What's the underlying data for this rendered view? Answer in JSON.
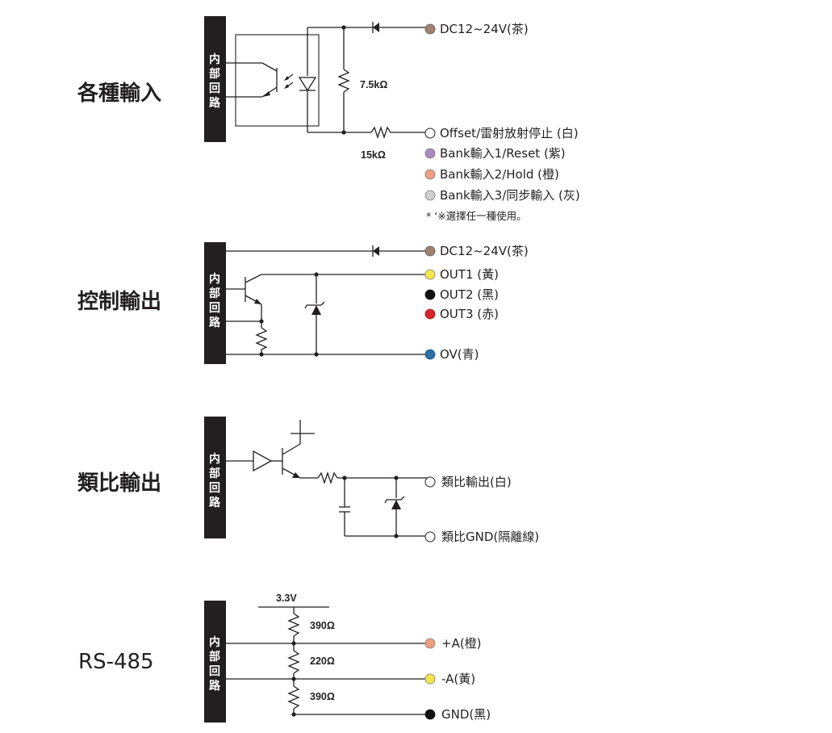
{
  "sections": {
    "input": {
      "title": "各種輸入",
      "internal": [
        "内",
        "部",
        "回",
        "路"
      ],
      "r1": "7.5kΩ",
      "r2": "15kΩ",
      "wires": [
        {
          "label": "DC12~24V(茶)",
          "color": "#a08070"
        },
        {
          "label": "Offset/雷射放射停止 (白)",
          "color": "#ffffff"
        },
        {
          "label": "Bank輸入1/Reset (紫)",
          "color": "#a98bbd"
        },
        {
          "label": "Bank輸入2/Hold (橙)",
          "color": "#ee9f80"
        },
        {
          "label": "Bank輸入3/同步輸入 (灰)",
          "color": "#cfcfcf"
        }
      ],
      "note": "* ‘※選擇任一種使用。"
    },
    "output": {
      "title": "控制輸出",
      "internal": [
        "内",
        "部",
        "回",
        "路"
      ],
      "wires": [
        {
          "label": "DC12~24V(茶)",
          "color": "#a08070"
        },
        {
          "label": "OUT1 (黃)",
          "color": "#f4e64d"
        },
        {
          "label": "OUT2 (黑)",
          "color": "#111111"
        },
        {
          "label": "OUT3 (赤)",
          "color": "#d7262b"
        },
        {
          "label": "OV(青)",
          "color": "#2f6ea7"
        }
      ]
    },
    "analog": {
      "title": "類比輸出",
      "internal": [
        "内",
        "部",
        "回",
        "路"
      ],
      "wires": [
        {
          "label": "類比輸出(白)",
          "color": "#ffffff"
        },
        {
          "label": "類比GND(隔離線)",
          "color": "#ffffff"
        }
      ]
    },
    "rs485": {
      "title": "RS-485",
      "internal": [
        "内",
        "部",
        "回",
        "路"
      ],
      "supply": "3.3V",
      "r_top": "390Ω",
      "r_mid": "220Ω",
      "r_bot": "390Ω",
      "wires": [
        {
          "label": "+A(橙)",
          "color": "#ee9f80"
        },
        {
          "label": "-A(黃)",
          "color": "#f4e64d"
        },
        {
          "label": "GND(黑)",
          "color": "#111111"
        }
      ]
    }
  }
}
